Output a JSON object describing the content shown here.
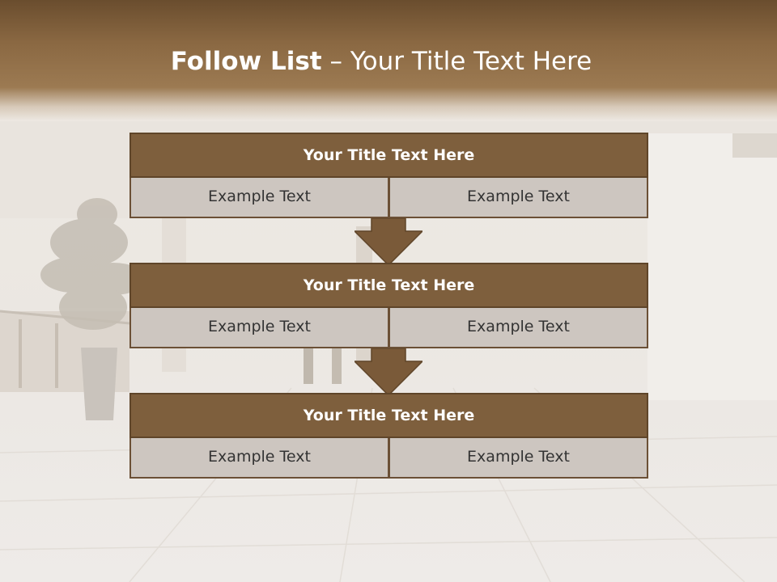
{
  "slide": {
    "title_bold": "Follow List",
    "title_rest": " – Your Title Text Here"
  },
  "blocks": [
    {
      "title": "Your Title Text Here",
      "left": "Example Text",
      "right": "Example Text"
    },
    {
      "title": "Your Title Text Here",
      "left": "Example Text",
      "right": "Example Text"
    },
    {
      "title": "Your Title Text Here",
      "left": "Example Text",
      "right": "Example Text"
    }
  ],
  "colors": {
    "header": "#8a6842",
    "block_title_fill": "#7e5f3d",
    "cell_fill": "#cdc6c0",
    "arrow_fill": "#7a5a39"
  }
}
